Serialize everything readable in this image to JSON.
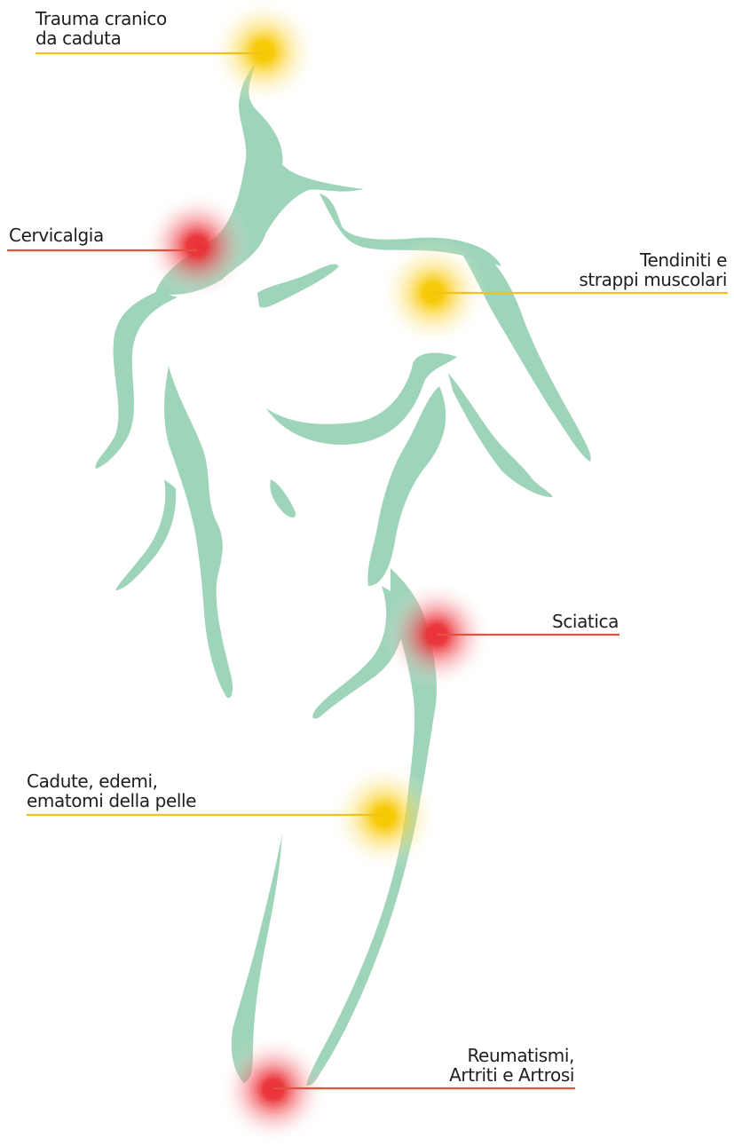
{
  "colors": {
    "body": "#9ed4b9",
    "yellow": "#f5c400",
    "red": "#ea3a3a",
    "yellow_line": "#f2c21b",
    "red_line": "#e0533c",
    "text": "#1e1e1e"
  },
  "labels": {
    "trauma": {
      "line1": "Trauma cranico",
      "line2": "da caduta",
      "type": "yellow"
    },
    "cervicalgia": {
      "line1": "Cervicalgia",
      "type": "red"
    },
    "tendiniti": {
      "line1": "Tendiniti e",
      "line2": "strappi muscolari",
      "type": "yellow"
    },
    "sciatica": {
      "line1": "Sciatica",
      "type": "red"
    },
    "cadute": {
      "line1": "Cadute, edemi,",
      "line2": "ematomi della pelle",
      "type": "yellow"
    },
    "reumatismi": {
      "line1": "Reumatismi,",
      "line2": "Artriti e Artrosi",
      "type": "red"
    }
  }
}
